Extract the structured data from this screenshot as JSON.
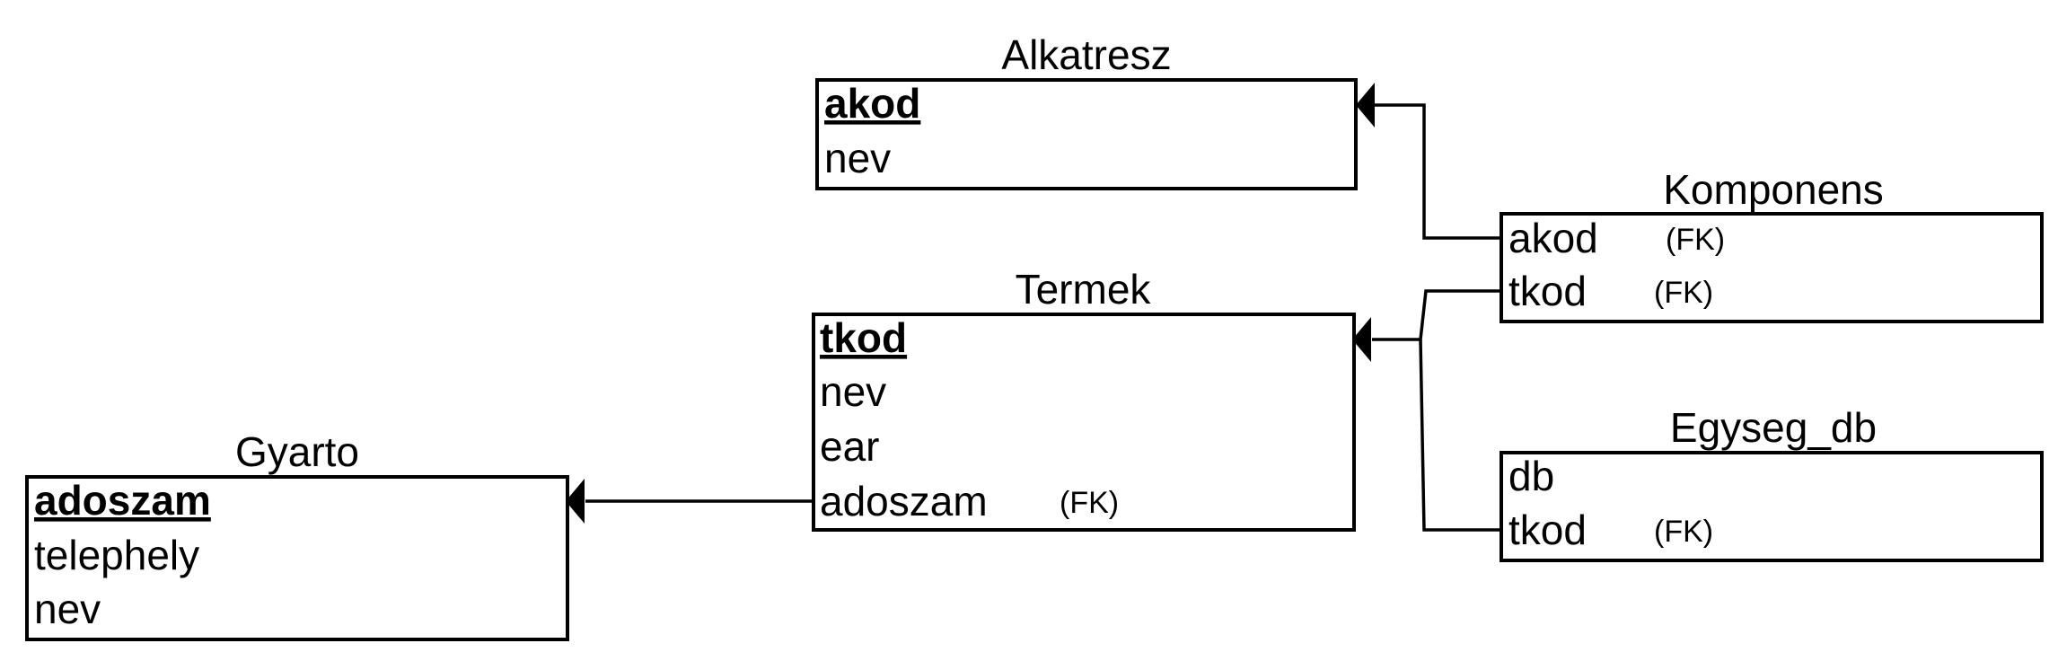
{
  "entities": {
    "alkatresz": {
      "title": "Alkatresz",
      "attrs": [
        {
          "name": "akod",
          "pk": true
        },
        {
          "name": "nev"
        }
      ]
    },
    "komponens": {
      "title": "Komponens",
      "attrs": [
        {
          "name": "akod",
          "fk": "(FK)"
        },
        {
          "name": "tkod",
          "fk": "(FK)"
        }
      ]
    },
    "termek": {
      "title": "Termek",
      "attrs": [
        {
          "name": "tkod",
          "pk": true
        },
        {
          "name": "nev"
        },
        {
          "name": "ear"
        },
        {
          "name": "adoszam",
          "fk": "(FK)"
        }
      ]
    },
    "egyseg_db": {
      "title": "Egyseg_db",
      "attrs": [
        {
          "name": "db"
        },
        {
          "name": "tkod",
          "fk": "(FK)"
        }
      ]
    },
    "gyarto": {
      "title": "Gyarto",
      "attrs": [
        {
          "name": "adoszam",
          "pk": true
        },
        {
          "name": "telephely"
        },
        {
          "name": "nev"
        }
      ]
    }
  }
}
